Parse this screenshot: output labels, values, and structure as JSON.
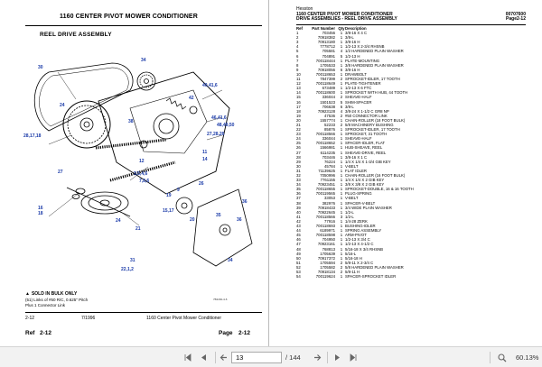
{
  "left_page": {
    "title": "1160 CENTER PIVOT MOWER CONDITIONER",
    "section": "REEL DRIVE ASSEMBLY",
    "callouts": [
      "30",
      "34",
      "24",
      "40,41,6",
      "42",
      "46,41,6",
      "48,49,50",
      "27,28,26",
      "28,17,18",
      "38",
      "3,5,4,6",
      "7,8,6",
      "16",
      "11",
      "14",
      "12",
      "26",
      "27",
      "18",
      "19",
      "15,17",
      "9",
      "20",
      "21",
      "24",
      "35",
      "36",
      "36",
      "34",
      "22,1,2",
      "31"
    ],
    "note": {
      "sold_label": "SOLD IN BULK ONLY",
      "line1": "(51) Links of #50 R/C, 0.625\" Pitch",
      "line2": "Plus 1 Connector Link"
    },
    "figure_no": "7B1160-4-6",
    "footer_left": "2-12",
    "footer_date": "7/1996",
    "footer_title": "1160 Center Pivot Mower Conditioner",
    "ref_label": "Ref",
    "ref_value": "2-12"
  },
  "right_page": {
    "brand": "Hesston",
    "title": "1160 CENTER PIVOT MOWER CONDITIONER",
    "code": "00707600",
    "subtitle": "DRIVE ASSEMBLIES - REEL DRIVE ASSEMBLY",
    "page_ref": "Page2-12",
    "columns": [
      "Ref",
      "Part Number",
      "Qty",
      "Description"
    ],
    "rows": [
      [
        "1",
        "703456",
        "1",
        "3/8-16 X 4 C"
      ],
      [
        "2",
        "70918382",
        "1",
        "3/8-L"
      ],
      [
        "3",
        "70913180",
        "1",
        "3/8-16 H"
      ],
      [
        "4",
        "7778712",
        "1",
        "1/2-13 X 2-3/4 RHSNB"
      ],
      [
        "5",
        "705581",
        "4",
        "1/2 HARDENED PLAIN WASHER"
      ],
      [
        "6",
        "704891",
        "5",
        "1/2-13 H"
      ],
      [
        "7",
        "700118444",
        "1",
        "PLATE-MOUNTING"
      ],
      [
        "8",
        "1705533",
        "1",
        "3/8 HARDENED PLAIN WASHER"
      ],
      [
        "9",
        "70918056",
        "6",
        "3/8-16 H"
      ],
      [
        "10",
        "700118653",
        "1",
        "DRAWBOLT"
      ],
      [
        "11",
        "7847399",
        "2",
        "SPROCKET-IDLER, 17 TOOTH"
      ],
      [
        "12",
        "700118649",
        "1",
        "PLATE-TIGHTENER"
      ],
      [
        "13",
        "673489",
        "1",
        "1/2-13 X 6 FTC"
      ],
      [
        "14",
        "700118600",
        "1",
        "SPROCKET WITH HUB, 44 TOOTH"
      ],
      [
        "15",
        "336044",
        "2",
        "SHEAVE-HALF"
      ],
      [
        "16",
        "1501523",
        "5",
        "SHIM-SPACER"
      ],
      [
        "17",
        "706638",
        "6",
        "3/8-L"
      ],
      [
        "18",
        "70923128",
        "4",
        "3/8-24 X 1-1/2 C GR8 NP"
      ],
      [
        "19",
        "47536",
        "2",
        "#50 CONNECTOR LINK"
      ],
      [
        "20",
        "1557774",
        "1",
        "CHAIN-ROLLER (18 FOOT BULK)"
      ],
      [
        "21",
        "52233",
        "2",
        "5/8 MACHINERY BUSHING"
      ],
      [
        "22",
        "85876",
        "1",
        "SPROCKET-IDLER, 17 TOOTH"
      ],
      [
        "23",
        "700118566",
        "1",
        "SPROCKET, 31 TOOTH"
      ],
      [
        "24",
        "336044",
        "1",
        "SHEAVE-HALF"
      ],
      [
        "25",
        "700118652",
        "1",
        "SPACER-IDLER, FLAT"
      ],
      [
        "26",
        "1566981",
        "1",
        "HUB-SHEAVE, REEL"
      ],
      [
        "27",
        "6114235",
        "1",
        "SHEAVE-DRIVE, REEL"
      ],
      [
        "28",
        "703446",
        "1",
        "3/8-16 X 1 C"
      ],
      [
        "29",
        "76224",
        "1",
        "1/4 X 1/4 X 1-3/4 GIB KEY"
      ],
      [
        "30",
        "45784",
        "1",
        "V-BELT"
      ],
      [
        "31",
        "71139625",
        "1",
        "FLAT IDLER"
      ],
      [
        "32",
        "7050996",
        "1",
        "CHAIN-ROLLER (16 FOOT BULK)"
      ],
      [
        "33",
        "7761155",
        "1",
        "1/4 X 1/4 X 2 GIB KEY"
      ],
      [
        "34",
        "70923451",
        "1",
        "3/8 X 3/8 X 2 GIB KEY"
      ],
      [
        "35",
        "700118655",
        "1",
        "SPROCKET-DOUBLE, 16 & 16 TOOTH"
      ],
      [
        "36",
        "700119565",
        "1",
        "PLUG-SPRING"
      ],
      [
        "37",
        "33053",
        "1",
        "V-BELT"
      ],
      [
        "38",
        "382976",
        "1",
        "SPACER-V-BELT"
      ],
      [
        "39",
        "70918433",
        "1",
        "3/4 WIDE PLAIN WASHER"
      ],
      [
        "40",
        "70922645",
        "1",
        "1/2-L"
      ],
      [
        "41",
        "700118566",
        "3",
        "1/2-L"
      ],
      [
        "42",
        "77916",
        "1",
        "1/4-28 ZERK"
      ],
      [
        "43",
        "700118693",
        "1",
        "BUSHING-IDLER"
      ],
      [
        "44",
        "6189971",
        "1",
        "SPRING ASSEMBLY"
      ],
      [
        "45",
        "700118598",
        "1",
        "ARM-PIVOT"
      ],
      [
        "46",
        "704950",
        "1",
        "1/2-13 X 3/4 C"
      ],
      [
        "47",
        "70923161",
        "1",
        "1/2-13 X 4-1/2 C"
      ],
      [
        "48",
        "768813",
        "1",
        "5/16-18 X 3/4 RHSNB"
      ],
      [
        "49",
        "1705639",
        "1",
        "5/16-L"
      ],
      [
        "50",
        "70917372",
        "1",
        "5/16-18 H"
      ],
      [
        "51",
        "1705594",
        "2",
        "5/8-11 X 2-3/4 C"
      ],
      [
        "52",
        "1705582",
        "2",
        "5/8 HARDENED PLAIN WASHER"
      ],
      [
        "53",
        "70918134",
        "2",
        "5/8-11 H"
      ],
      [
        "54",
        "700119624",
        "1",
        "SPACER-SPROCKET IDLER"
      ]
    ]
  },
  "toolbar": {
    "page_current": "13",
    "page_total": "/ 144",
    "zoom": "60.13%"
  }
}
